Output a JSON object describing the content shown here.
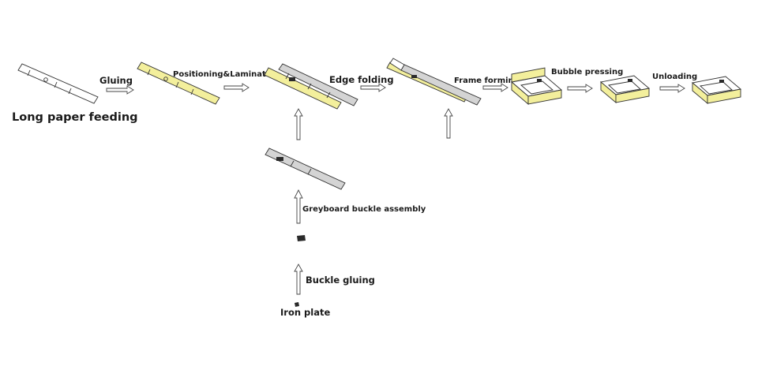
{
  "labels": {
    "long_paper_feeding": "Long paper feeding",
    "gluing": "Gluing",
    "positioning_lamination": "Positioning&Lamination",
    "edge_folding": "Edge folding",
    "frame_forming": "Frame forming",
    "bubble_pressing": "Bubble pressing",
    "unloading": "Unloading",
    "greyboard_buckle_assembly": "Greyboard buckle assembly",
    "buckle_gluing": "Buckle gluing",
    "iron_plate": "Iron plate"
  },
  "colors": {
    "paper": "#ffffff",
    "glue_yellow": "#f3ef9c",
    "greyboard": "#d4d4d4",
    "outline": "#333333",
    "buckle": "#2a2a2a"
  }
}
